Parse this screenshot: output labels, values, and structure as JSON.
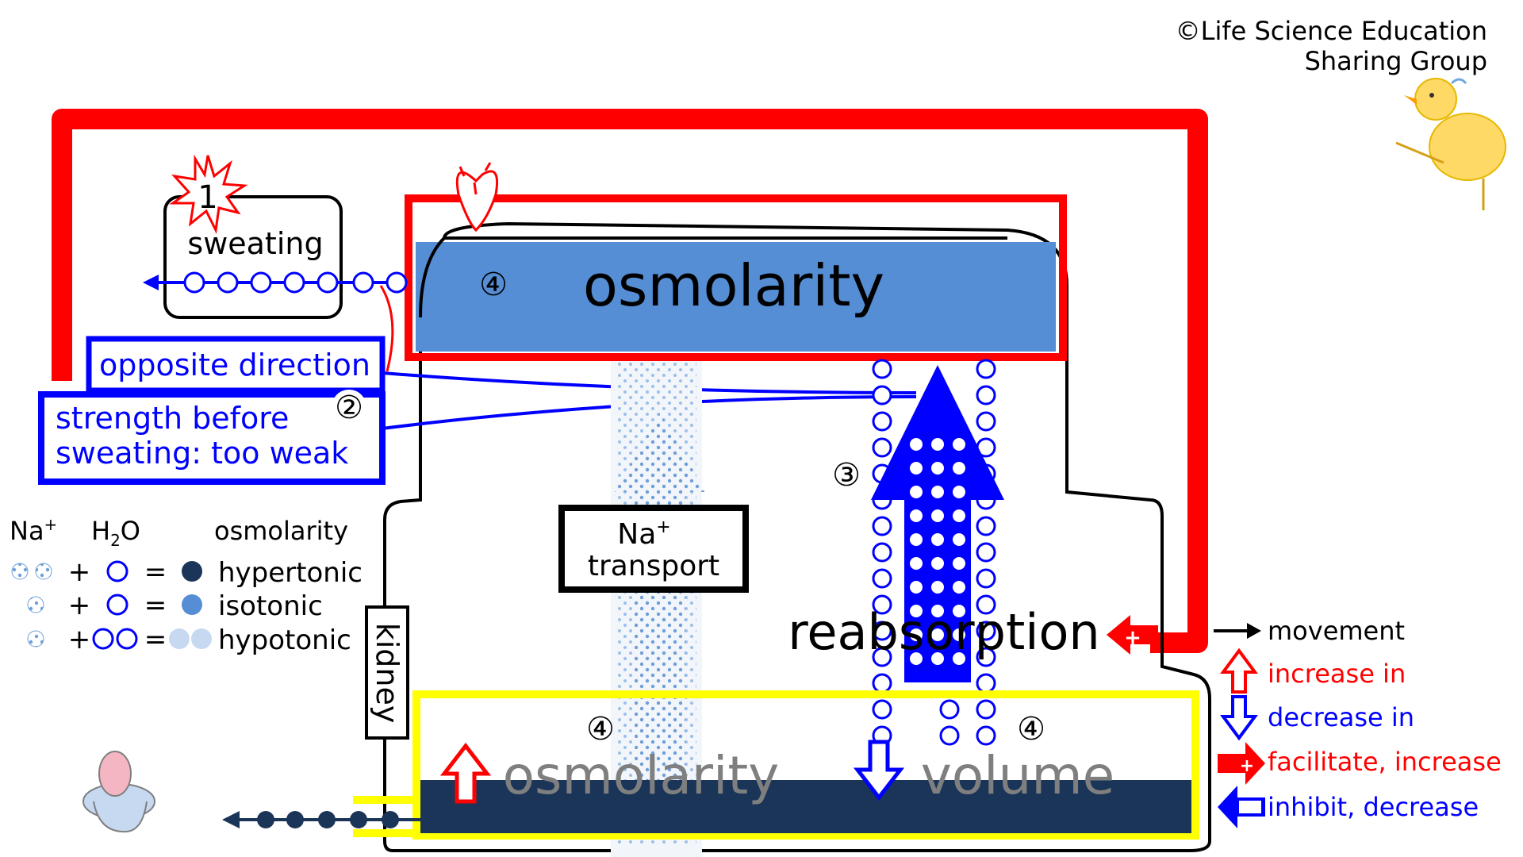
{
  "credit": {
    "line1": "©Life Science Education",
    "line2": "Sharing Group"
  },
  "colors": {
    "red": "#ff0000",
    "blue": "#0000ff",
    "plasma": "#558ed5",
    "urine": "#1b3558",
    "yellow": "#ffff00",
    "light_blue": "#c6d9f1"
  },
  "sweating": {
    "label": "sweating",
    "step": "1"
  },
  "blood": {
    "step": "④",
    "label": "osmolarity"
  },
  "opposite": {
    "label": "opposite direction",
    "step": "②"
  },
  "strength": {
    "line1": "strength before",
    "line2": "sweating: too weak"
  },
  "legend_left": {
    "na": "Na",
    "na_sup": "+",
    "h2o_h": "H",
    "h2o_sub": "2",
    "h2o_o": "O",
    "osm": "osmolarity",
    "rows": [
      {
        "plus": "+",
        "eq": "=",
        "label": "hypertonic"
      },
      {
        "plus": "+",
        "eq": "=",
        "label": "isotonic"
      },
      {
        "plus": "+",
        "eq": "=",
        "label": "hypotonic"
      }
    ]
  },
  "kidney": {
    "label": "kidney"
  },
  "na_transport": {
    "line1": "Na",
    "sup": "+",
    "line2": "transport"
  },
  "reabsorption": {
    "label": "reabsorption",
    "step": "③"
  },
  "urine": {
    "step_left": "④",
    "step_right": "④",
    "osm": "osmolarity",
    "vol": "volume"
  },
  "legend_right": {
    "movement": "movement",
    "increase": "increase in",
    "decrease": "decrease in",
    "facilitate": "facilitate, increase",
    "inhibit": "inhibit, decrease"
  },
  "icons": [
    "heart-icon",
    "toilet-icon",
    "chick-icon",
    "explosion-icon"
  ]
}
